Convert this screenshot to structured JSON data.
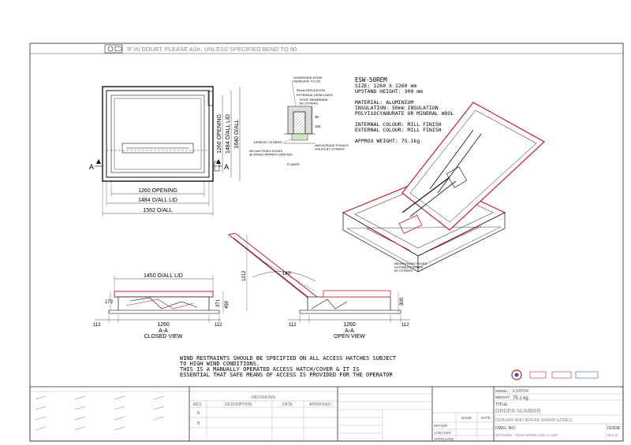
{
  "header": {
    "note": "IF IN DOUBT, PLEASE ASK. UNLESS SPECIFIED BEND TO 90."
  },
  "plan_view": {
    "section_marker": "A",
    "dims": {
      "opening_w": "1260 OPENING",
      "lid_w": "1484 O/ALL LID",
      "overall_w": "1562 O/ALL",
      "opening_h": "1260 OPENING",
      "lid_h": "1484 O/ALL LID",
      "overall_h": "1640 O/ALL"
    }
  },
  "detail": {
    "labels": {
      "upstand": "UNDERSIDE EPDM\nADHESIVE TO LID",
      "insulation": "50mm INSULATION",
      "external_liner": "EXTERNAL KERB LINER",
      "roof_membrane": "ROOF MEMBRANE\nBY OTHERS",
      "kerb": "KERB BY OTHERS",
      "fixing": "Ø5 mm FIXING HOLES\n@ 300mm APPROX SPACING",
      "flange": "FLANGE",
      "anchorage": "ANCHORAGE FIXINGS\nHOLES BY OTHERS"
    },
    "dims": [
      "30",
      "100"
    ]
  },
  "specs": {
    "model": "ESW-50REM",
    "size": "SIZE: 1260 X 1260 mm",
    "upstand": "UPSTAND HEIGHT: 300 mm",
    "material": "MATERIAL: ALUMINIUM",
    "insulation": "INSULATION: 50mm INSULATION",
    "insulation_type": "POLYISOCYANURATE OR MINERAL WOOL",
    "internal_colour": "INTERNAL COLOUR: MILL FINISH",
    "external_colour": "EXTERNAL COLOUR: MILL FINISH",
    "weight": "APPROX WEIGHT: 75.1kg"
  },
  "iso_note": "Ø5mm FIXING HOLES\nSUITABLE FIXINGS\nBY OTHERS",
  "closed_view": {
    "dims": {
      "top": "1450 O/ALL LID",
      "left": "173",
      "h1": "371",
      "h2": "459",
      "b1": "112",
      "b2": "1260",
      "b3": "112"
    },
    "label": "A-A",
    "title": "CLOSED VIEW"
  },
  "open_view": {
    "dims": {
      "height": "1212",
      "angle": "140°",
      "right": "300",
      "b1": "112",
      "b2": "1260",
      "b3": "112"
    },
    "label": "A-A",
    "title": "OPEN VIEW"
  },
  "warnings": [
    "WIND RESTRAINTS SHOULD BE SPECIFIED ON ALL ACCESS HATCHES SUBJECT",
    "TO HIGH WIND CONDITIONS.",
    "THIS IS A MANUALLY OPERATED ACCESS HATCH/COVER & IT IS",
    "ESSENTIAL THAT SAFE MEANS OF ACCESS IS PROVIDED FOR THE OPERATOR"
  ],
  "revisions": {
    "heading": "REVISIONS",
    "columns": [
      "REV.",
      "DESCRIPTION",
      "DATE",
      "APPROVED"
    ],
    "rows": [
      "B",
      "B"
    ]
  },
  "title_block": {
    "model_label": "MODEL",
    "model_value": "ESW50R",
    "weight_label": "WEIGHT",
    "weight_value": "75.1 kg",
    "title_label": "TITLE:",
    "title_value": "ORDER NUMBER",
    "description": "DEBURR AND BREAK SHARP EDGES",
    "dwg_label": "DWG. NO.",
    "dwg_value": "DRAWING - ESW-50REM-1260 X 1260",
    "issue_label": "ISSUE",
    "issue_value": "Rev. B",
    "name_label": "NAME",
    "date_label": "DATE",
    "drawn": "DRAWN",
    "checked": "CHECKED",
    "approved": "APPROVED"
  },
  "colors": {
    "line": "#1a1a1a",
    "red": "#c0202a",
    "grey": "#888888"
  }
}
